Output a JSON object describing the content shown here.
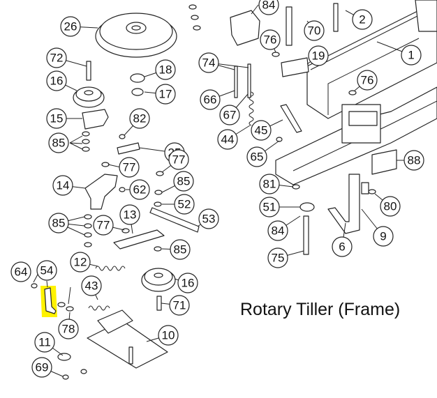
{
  "diagram": {
    "title": "Rotary Tiller (Frame)",
    "highlight_color": "#fff200",
    "highlighted_part": "54",
    "callouts": [
      "1",
      "2",
      "6",
      "9",
      "10",
      "11",
      "12",
      "13",
      "14",
      "15",
      "16",
      "16",
      "17",
      "18",
      "19",
      "25",
      "26",
      "43",
      "44",
      "45",
      "51",
      "52",
      "53",
      "54",
      "62",
      "64",
      "65",
      "66",
      "67",
      "69",
      "70",
      "71",
      "72",
      "74",
      "75",
      "76",
      "76",
      "77",
      "77",
      "77",
      "78",
      "80",
      "81",
      "82",
      "84",
      "84",
      "85",
      "85",
      "85",
      "85",
      "88"
    ]
  }
}
